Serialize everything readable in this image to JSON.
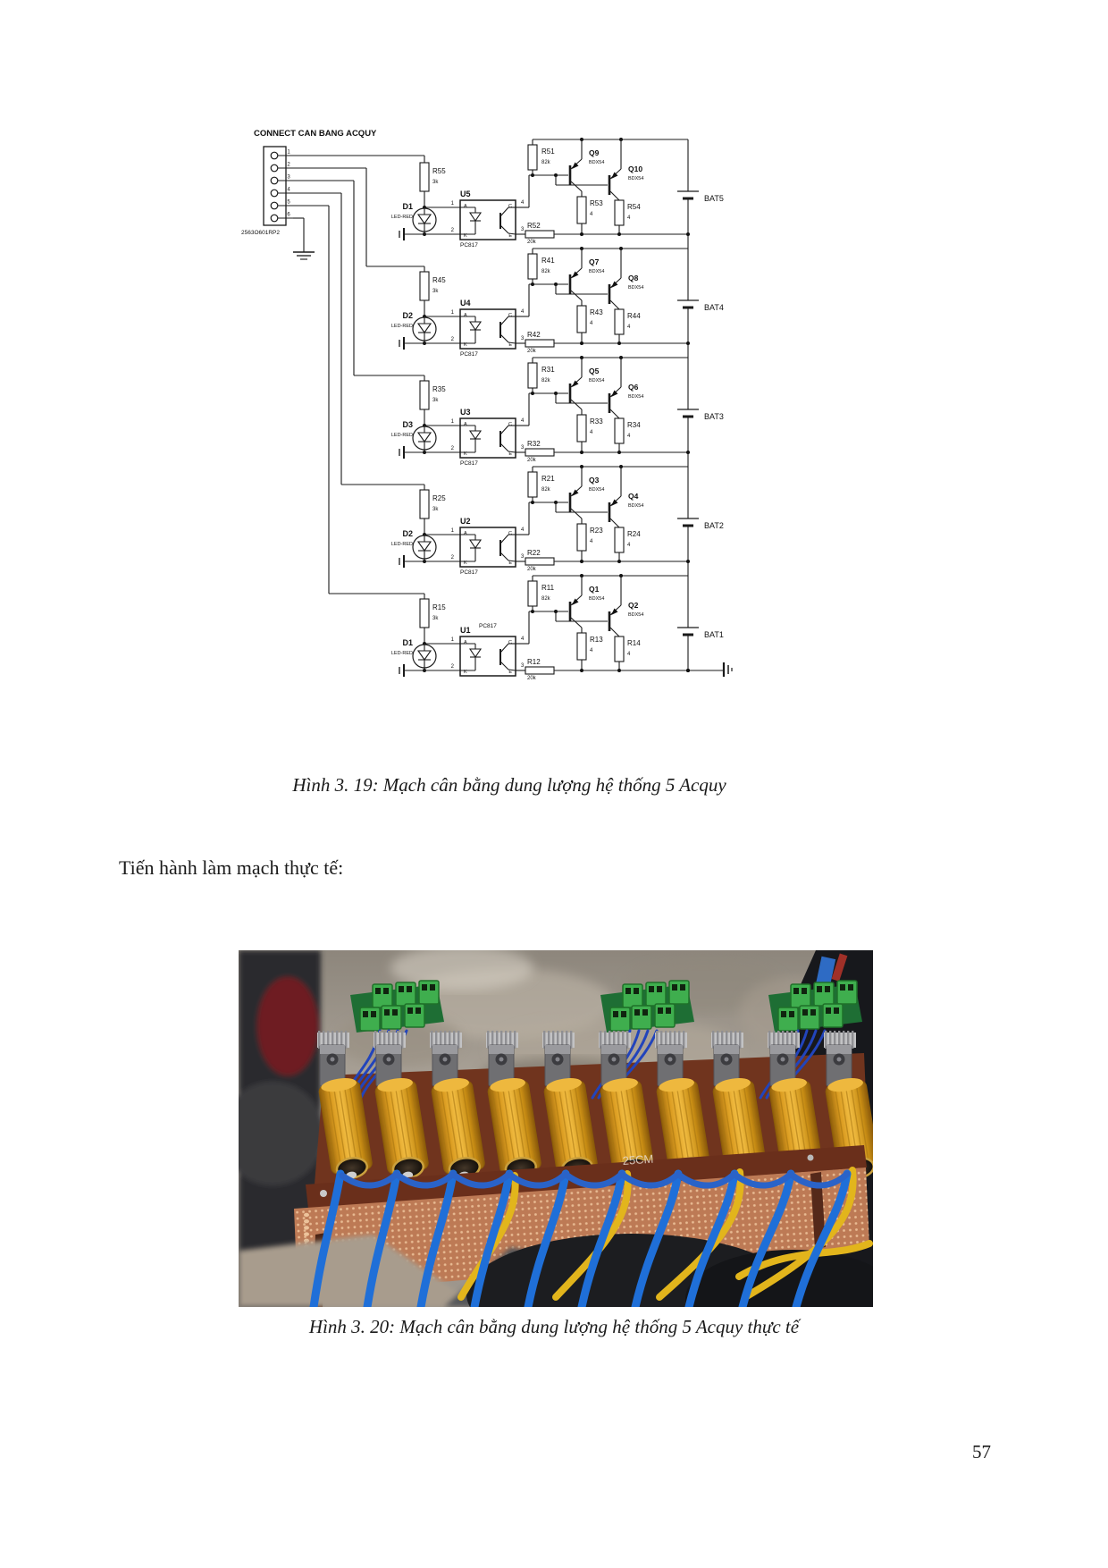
{
  "page": {
    "number": "57"
  },
  "body_text": "Tiến hành làm mạch thực tế:",
  "figure1": {
    "caption": "Hình 3. 19: Mạch cân bằng dung lượng hệ thống 5 Acquy",
    "schematic": {
      "title": "CONNECT CAN BANG ACQUY",
      "connector_part": "2563O601RP2",
      "connector_pins": [
        "1",
        "2",
        "3",
        "4",
        "5",
        "6"
      ],
      "opto_pins": {
        "anode_letter": "A",
        "cathode_letter": "K",
        "collector_letter": "C",
        "emitter_letter": "E",
        "anode_num": "1",
        "cathode_num": "2",
        "emitter_num": "3",
        "collector_num": "4"
      },
      "stages": [
        {
          "bat": "BAT5",
          "r_in": "R55",
          "r_in_val": "3k",
          "led": "D1",
          "led_type": "LED-RED",
          "opto": "U5",
          "opto_part": "PC817",
          "r_base": "R51",
          "r_base_val": "82k",
          "q1": "Q9",
          "q2": "Q10",
          "q_type": "BDX54",
          "r_e1": "R53",
          "r_e2": "R54",
          "r_e_val": "4",
          "r_s": "R52",
          "r_s_val": "20k"
        },
        {
          "bat": "BAT4",
          "r_in": "R45",
          "r_in_val": "3k",
          "led": "D2",
          "led_type": "LED-RED",
          "opto": "U4",
          "opto_part": "PC817",
          "r_base": "R41",
          "r_base_val": "82k",
          "q1": "Q7",
          "q2": "Q8",
          "q_type": "BDX54",
          "r_e1": "R43",
          "r_e2": "R44",
          "r_e_val": "4",
          "r_s": "R42",
          "r_s_val": "20k"
        },
        {
          "bat": "BAT3",
          "r_in": "R35",
          "r_in_val": "3k",
          "led": "D3",
          "led_type": "LED-RED",
          "opto": "U3",
          "opto_part": "PC817",
          "r_base": "R31",
          "r_base_val": "82k",
          "q1": "Q5",
          "q2": "Q6",
          "q_type": "BDX54",
          "r_e1": "R33",
          "r_e2": "R34",
          "r_e_val": "4",
          "r_s": "R32",
          "r_s_val": "20k"
        },
        {
          "bat": "BAT2",
          "r_in": "R25",
          "r_in_val": "3k",
          "led": "D2",
          "led_type": "LED-RED",
          "opto": "U2",
          "opto_part": "PC817",
          "r_base": "R21",
          "r_base_val": "82k",
          "q1": "Q3",
          "q2": "Q4",
          "q_type": "BDX54",
          "r_e1": "R23",
          "r_e2": "R24",
          "r_e_val": "4",
          "r_s": "R22",
          "r_s_val": "20k"
        },
        {
          "bat": "BAT1",
          "r_in": "R15",
          "r_in_val": "3k",
          "led": "D1",
          "led_type": "LED-RED",
          "opto": "U1",
          "opto_part": "PC817",
          "r_base": "R11",
          "r_base_val": "82k",
          "q1": "Q1",
          "q2": "Q2",
          "q_type": "BDX54",
          "r_e1": "R13",
          "r_e2": "R14",
          "r_e_val": "4",
          "r_s": "R12",
          "r_s_val": "20k"
        }
      ]
    }
  },
  "figure2": {
    "caption": "Hình 3. 20: Mạch cân bằng dung lượng hệ thống 5 Acquy thực tế",
    "photo": {
      "board_text": "25CM",
      "resistor_count": 10,
      "transistor_count": 10,
      "terminal_board_count": 3,
      "colors": {
        "resistor_gold": "#d99a1f",
        "wire_blue": "#1f6fd8",
        "wire_yellow": "#e2b51c",
        "board_brown": "#6a2f1b",
        "perfboard_copper": "#bd7a55"
      }
    }
  }
}
